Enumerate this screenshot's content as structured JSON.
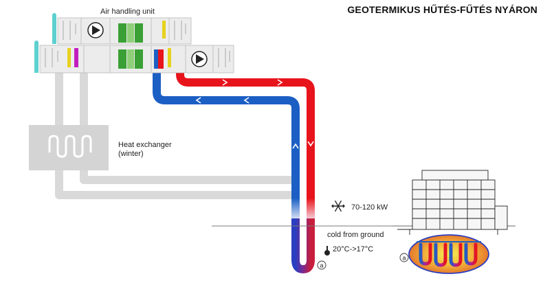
{
  "title": "GEOTERMIKUS HŰTÉS-FŰTÉS NYÁRON",
  "ahu_label": "Air handling unit",
  "hx_label_line1": "Heat exchanger",
  "hx_label_line2": "(winter)",
  "power_label": "70-120 kW",
  "ground_label": "cold from ground",
  "temp_label": "20°C->17°C",
  "marker_a": "a",
  "colors": {
    "hot": "#e8141c",
    "cold": "#1c5fc4",
    "grey_pipe": "#d4d4d4",
    "unit_body": "#ececec",
    "coil_green": "#3aa035",
    "filter_yellow": "#e6d21e",
    "filter_magenta": "#c21fbf",
    "cyan_frame": "#5ed0d0"
  },
  "icons": [
    "fan-icon",
    "snowflake-icon",
    "thermometer-icon",
    "building-icon"
  ]
}
